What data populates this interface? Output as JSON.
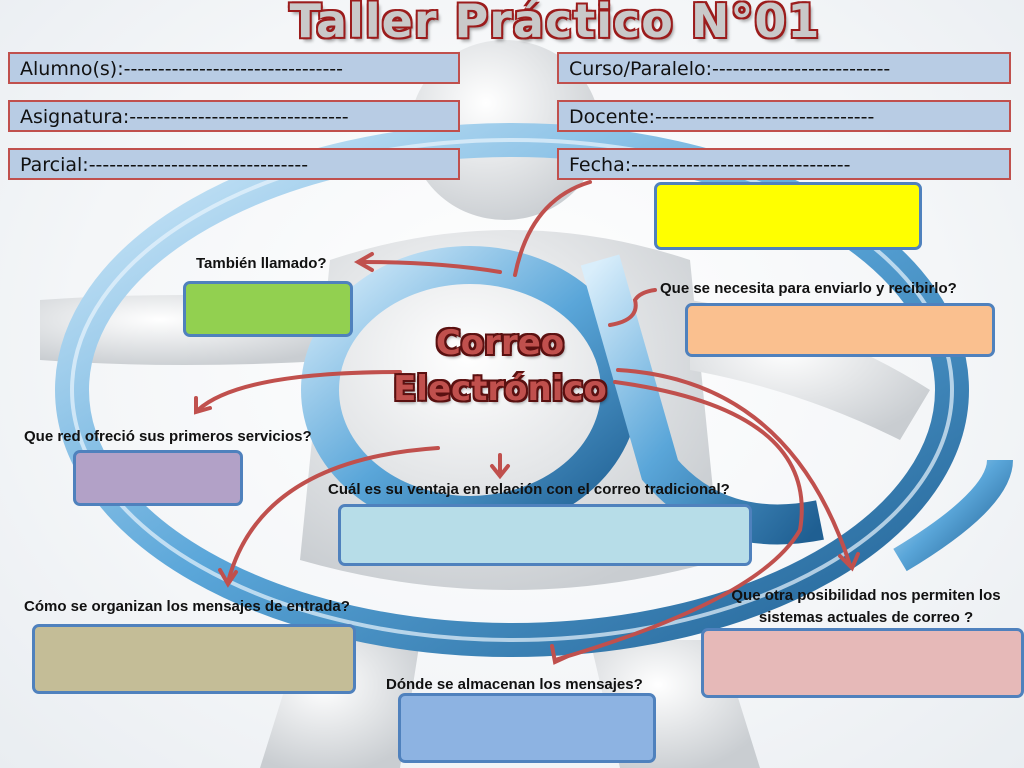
{
  "title": "Taller Práctico N°01",
  "header_fields": [
    {
      "label": "Alumno(s):--------------------------------"
    },
    {
      "label": "Curso/Paralelo:--------------------------"
    },
    {
      "label": "Asignatura:--------------------------------"
    },
    {
      "label": "Docente:--------------------------------"
    },
    {
      "label": "Parcial:--------------------------------"
    },
    {
      "label": "Fecha:--------------------------------"
    }
  ],
  "center": {
    "line1": "Correo",
    "line2": "Electrónico"
  },
  "questions": [
    {
      "text": "También llamado?",
      "color": "#92d050"
    },
    {
      "text": "Que se necesita para enviarlo  y recibirlo?",
      "color": "#fac08f"
    },
    {
      "text": "Que red ofreció sus primeros servicios?",
      "color": "#b2a1c7"
    },
    {
      "text": "Cuál es su ventaja en relación con el correo tradicional?",
      "color": "#b7dde8"
    },
    {
      "text": "Cómo se organizan los mensajes de entrada?",
      "color": "#c4bd97"
    },
    {
      "text": "Que otra posibilidad nos permiten los sistemas actuales de correo ?",
      "color": "#e6b9b8"
    },
    {
      "text": "Dónde se almacenan los mensajes?",
      "color": "#8db3e2"
    }
  ],
  "extra_box_color": "#ffff00"
}
